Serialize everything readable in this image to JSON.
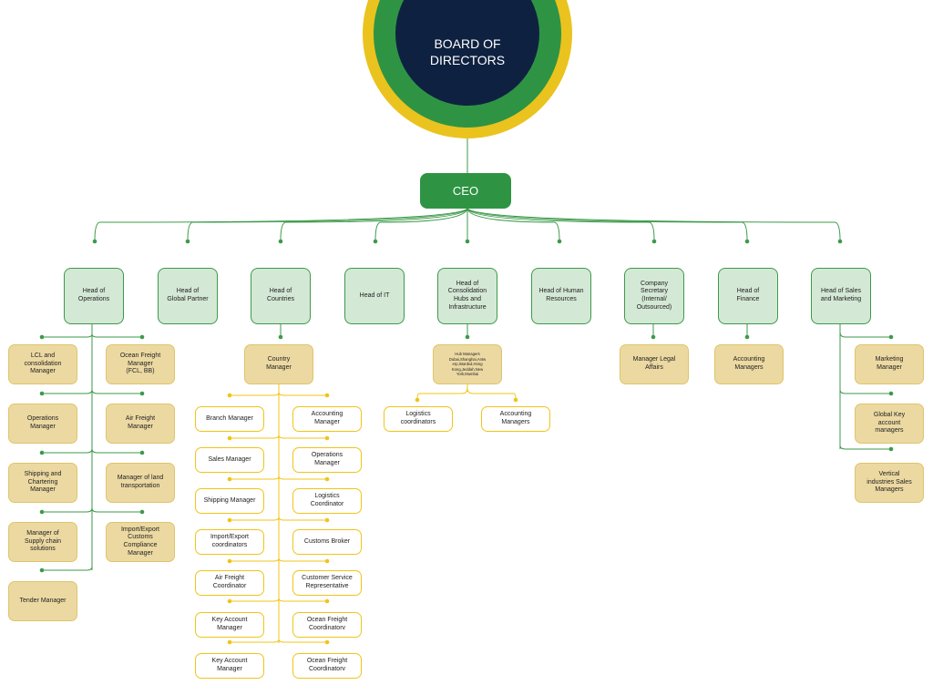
{
  "board": {
    "label": "BOARD OF\nDIRECTORS"
  },
  "ceo": {
    "label": "CEO"
  },
  "heads": [
    {
      "label": "Head of\nOperations"
    },
    {
      "label": "Head of\nGlobal Partner"
    },
    {
      "label": "Head of\nCountries"
    },
    {
      "label": "Head of IT"
    },
    {
      "label": "Head of\nConsolidation\nHubs and\nInfrastructure"
    },
    {
      "label": "Head of Human\nResources"
    },
    {
      "label": "Company\nSecretary\n(Internal/\nOutsourced)"
    },
    {
      "label": "Head of\nFinance"
    },
    {
      "label": "Head of Sales\nand Marketing"
    }
  ],
  "operations": {
    "left": [
      "LCL and\nconsolidation\nManager",
      "Operations\nManager",
      "Shipping and\nChartering\nManager",
      "Manager of\nSupply chain\nsolutions",
      "Tender Manager"
    ],
    "right": [
      "Ocean Freight\nManager\n(FCL, BB)",
      "Air Freight\nManager",
      "Manager of land\ntransportation",
      "Import/Export\nCustoms\nCompliance\nManager"
    ]
  },
  "countries": {
    "manager": "Country\nManager",
    "left": [
      "Branch Manager",
      "Sales Manager",
      "Shipping Manager",
      "Import/Export\ncoordinators",
      "Air Freight\nCoordinator",
      "Key Account\nManager",
      "Key Account\nManager"
    ],
    "right": [
      "Accounting\nManager",
      "Operations\nManager",
      "Logistics\nCoordinator",
      "Customs Broker",
      "Customer Service\nRepresentative",
      "Ocean Freight\nCoordinatorv",
      "Ocean Freight\nCoordinatorv"
    ]
  },
  "hubs": {
    "manager": "Hub Managers\nDubai,Shanghai,Antw\nerp,Istanbul,Hong\nKong,Jeddah,New\nYork,Mumbai",
    "children": [
      "Logistics\ncoordinators",
      "Accounting\nManagers"
    ]
  },
  "secretary": {
    "child": "Manager Legal\nAffairs"
  },
  "finance": {
    "child": "Accounting\nManagers"
  },
  "sales": {
    "children": [
      "Marketing\nManager",
      "Global Key\naccount\nmanagers",
      "Vertical\nindustries Sales\nManagers"
    ]
  },
  "colors": {
    "green": "#2e9444",
    "gold": "#eac31e",
    "navy": "#0f2140",
    "light_green": "#d4e8d6",
    "tan": "#ecd9a2"
  }
}
